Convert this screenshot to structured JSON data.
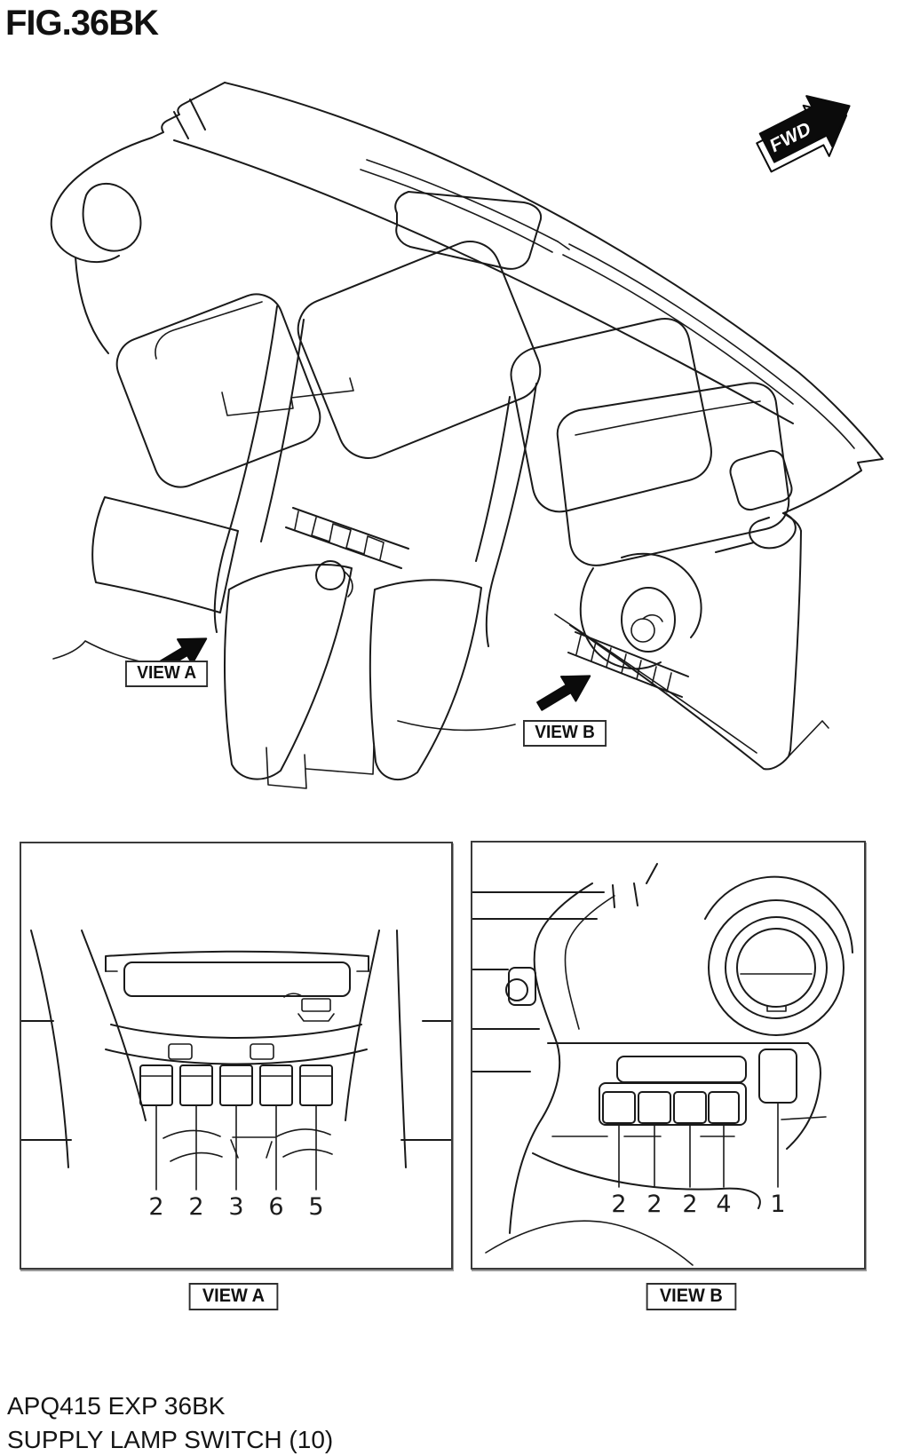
{
  "figure": {
    "title": "FIG.36BK",
    "subject": "dashboard-line-drawing"
  },
  "fwd_badge": {
    "label": "FWD"
  },
  "callouts": {
    "view_a": "VIEW A",
    "view_b": "VIEW B"
  },
  "detail_views": [
    {
      "id": "view-a",
      "caption": "VIEW A",
      "part_numbers": [
        "2",
        "2",
        "3",
        "6",
        "5"
      ]
    },
    {
      "id": "view-b",
      "caption": "VIEW B",
      "part_numbers": [
        "2",
        "2",
        "2",
        "4",
        "1"
      ]
    }
  ],
  "footer": {
    "line1": "APQ415 EXP 36BK",
    "line2": "SUPPLY LAMP SWITCH (10)"
  },
  "colors": {
    "line": "#1a1a1a",
    "background": "#ffffff",
    "badge_fill": "#000000",
    "badge_text": "#ffffff"
  }
}
